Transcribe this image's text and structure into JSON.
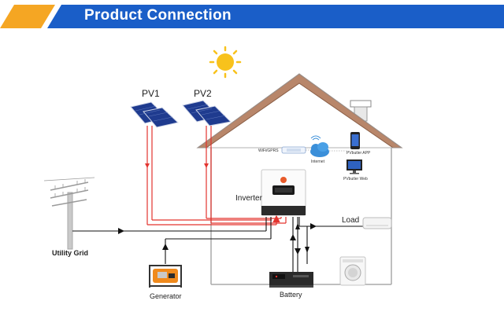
{
  "header": {
    "title": "Product Connection"
  },
  "labels": {
    "pv1": "PV1",
    "pv2": "PV2",
    "inverter": "Inverter",
    "wifi": "WiFi/GPRS",
    "internet": "Internet",
    "app": "PVbutler APP",
    "web": "PVbutler Web",
    "load": "Load",
    "utility_grid": "Utility Grid",
    "generator": "Generator",
    "battery": "Battery"
  },
  "colors": {
    "banner_blue": "#1a5ec8",
    "banner_orange": "#f5a623",
    "dc_line": "#e3342f",
    "ac_line": "#111111",
    "roof": "#b8866a",
    "sun": "#f8c21c"
  }
}
